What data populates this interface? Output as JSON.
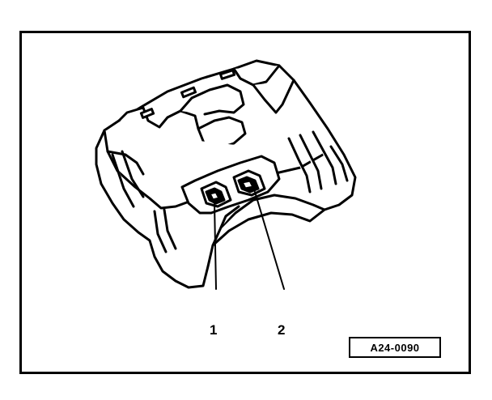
{
  "callouts": {
    "one": "1",
    "two": "2"
  },
  "figure_code": "A24-0090",
  "colors": {
    "line": "#000000",
    "background": "#ffffff"
  }
}
